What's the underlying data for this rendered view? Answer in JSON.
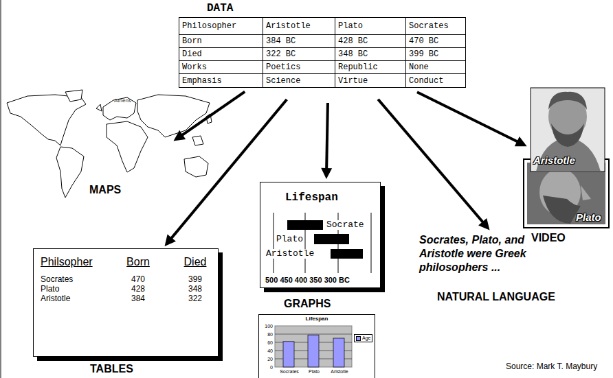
{
  "diagram": {
    "nodes": [
      {
        "text": [
          "DATA"
        ]
      },
      {
        "text": [
          "MAPS"
        ]
      },
      {
        "text": [
          "TABLES"
        ]
      },
      {
        "text": [
          "Lifespan",
          "GRAPHS"
        ]
      },
      {
        "text": [
          "Lifespan"
        ]
      },
      {
        "text": [
          "Socrates, Plato, and Aristotle were Greek philosophers ...",
          "NATURAL LANGUAGE"
        ]
      },
      {
        "text": [
          "Aristotle"
        ]
      },
      {
        "text": [
          "Plato"
        ]
      }
    ],
    "edges": [
      {
        "from": 0,
        "to": 1,
        "arrow": "to"
      },
      {
        "from": 0,
        "to": 2,
        "arrow": "to"
      },
      {
        "from": 0,
        "to": 3,
        "arrow": "to"
      },
      {
        "from": 0,
        "to": 5,
        "arrow": "to"
      },
      {
        "from": 0,
        "to": 6,
        "arrow": "to"
      }
    ],
    "labels": [
      "Philosopher",
      "Aristotle",
      "Plato",
      "Socrates",
      "Born",
      "384 BC",
      "428 BC",
      "470 BC",
      "Died",
      "322 BC",
      "348 BC",
      "399 BC",
      "Works",
      "Poetics",
      "Republic",
      "None",
      "Emphasis",
      "Science",
      "Virtue",
      "Conduct",
      "Athens",
      "Philsopher",
      "Born",
      "Died",
      "Socrates",
      "470",
      "399",
      "Plato",
      "428",
      "348",
      "Aristotle",
      "384",
      "322",
      "Socrate",
      "Plato",
      "Aristotle",
      "500 450 400 350 300 BC",
      "100",
      "80",
      "60",
      "40",
      "20",
      "0",
      "Socrates",
      "Plato",
      "Aristotle",
      "VIDEO",
      "Source: Mark T. Maybury"
    ],
    "legend": [
      {
        "text": "Age",
        "color": "#9999ff"
      }
    ]
  }
}
